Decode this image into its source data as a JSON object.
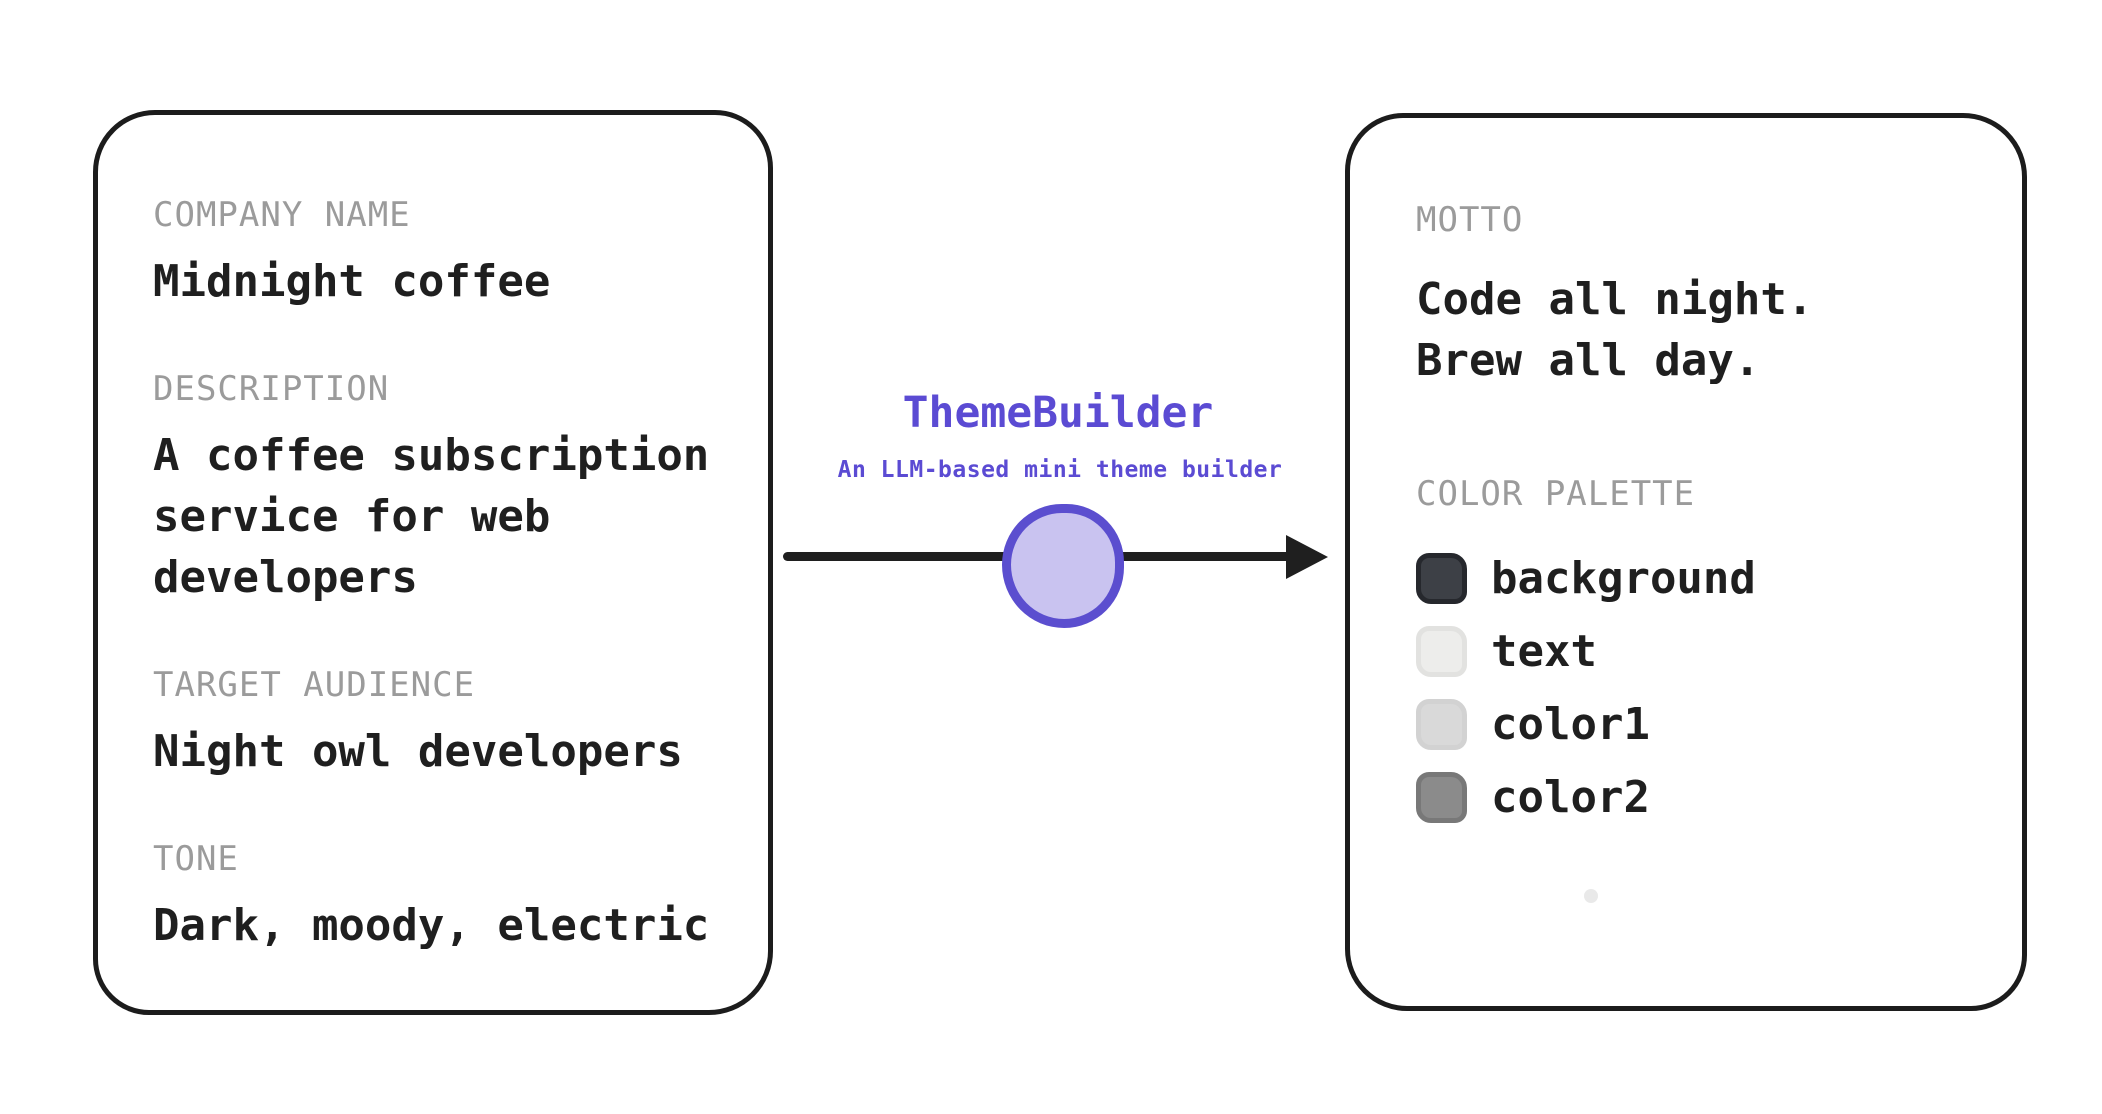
{
  "colors": {
    "ink": "#1f1f1f",
    "label_gray": "#9b9b9b",
    "accent": "#5b4bd3",
    "node_fill": "#c9c3f0",
    "node_border": "#5b4ecf"
  },
  "processor": {
    "title": "ThemeBuilder",
    "subtitle": "An LLM-based mini theme builder"
  },
  "input_card": {
    "fields": [
      {
        "label": "COMPANY NAME",
        "value": "Midnight coffee"
      },
      {
        "label": "DESCRIPTION",
        "value": "A coffee subscription service for web developers"
      },
      {
        "label": "TARGET AUDIENCE",
        "value": "Night owl developers"
      },
      {
        "label": "TONE",
        "value": "Dark, moody, electric"
      }
    ]
  },
  "output_card": {
    "motto_label": "MOTTO",
    "motto_lines": [
      "Code all night.",
      "Brew all day."
    ],
    "palette_label": "COLOR PALETTE",
    "palette": [
      {
        "name": "background",
        "fill": "#3d4046",
        "border": "#26282d"
      },
      {
        "name": "text",
        "fill": "#ededeb",
        "border": "#e2e2e0"
      },
      {
        "name": "color1",
        "fill": "#d9d9d9",
        "border": "#d2d2d2"
      },
      {
        "name": "color2",
        "fill": "#8b8b8b",
        "border": "#787878"
      }
    ]
  }
}
